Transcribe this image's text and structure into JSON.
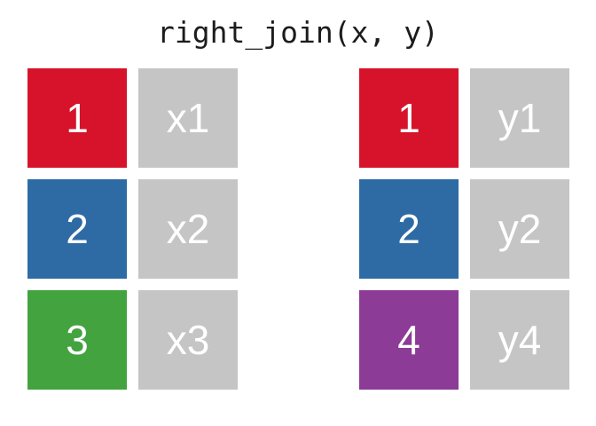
{
  "title": "right_join(x, y)",
  "colors": {
    "red": "#D6132B",
    "blue": "#2E6BA4",
    "green": "#43A33F",
    "purple": "#8C3B96",
    "gray": "#C5C5C5",
    "cell_text": "#FFFFFF",
    "title_text": "#1C1C1C",
    "background": "#FFFFFF"
  },
  "tables": [
    {
      "name": "x",
      "rows": [
        {
          "key": "1",
          "key_color": "red",
          "value": "x1"
        },
        {
          "key": "2",
          "key_color": "blue",
          "value": "x2"
        },
        {
          "key": "3",
          "key_color": "green",
          "value": "x3"
        }
      ]
    },
    {
      "name": "y",
      "rows": [
        {
          "key": "1",
          "key_color": "red",
          "value": "y1"
        },
        {
          "key": "2",
          "key_color": "blue",
          "value": "y2"
        },
        {
          "key": "4",
          "key_color": "purple",
          "value": "y4"
        }
      ]
    }
  ]
}
